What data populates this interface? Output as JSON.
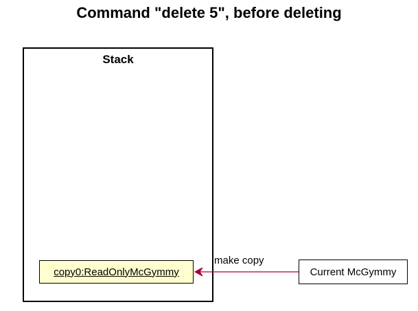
{
  "title": "Command \"delete 5\", before deleting",
  "stack": {
    "label": "Stack",
    "items": [
      {
        "label": "copy0:ReadOnlyMcGymmy"
      }
    ]
  },
  "current": {
    "label": "Current McGymmy"
  },
  "arrow": {
    "label": "make copy",
    "color": "#a80036"
  },
  "colors": {
    "copy_box_fill": "#fefece",
    "border": "#000000"
  }
}
